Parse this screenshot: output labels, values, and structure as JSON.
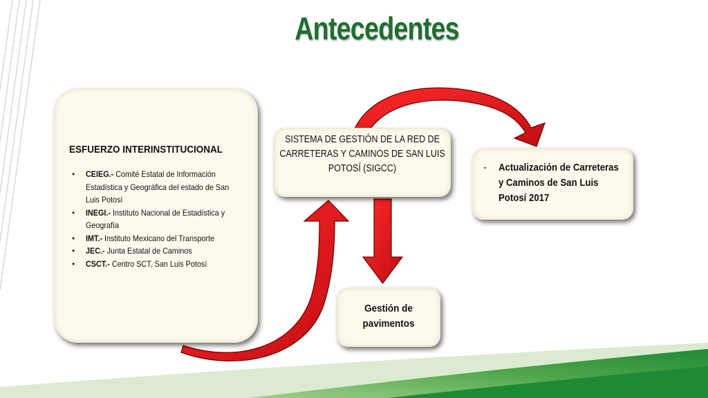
{
  "title": "Antecedentes",
  "left_box": {
    "heading": "ESFUERZO  INTERINSTITUCIONAL",
    "items": [
      {
        "abbr": "CEIEG.-",
        "text": " Comité Estatal de Información Estadística y Geográfica del estado de San Luis Potosí"
      },
      {
        "abbr": "INEGI.-",
        "text": " Instituto Nacional de Estadística y Geografía"
      },
      {
        "abbr": "IMT.-",
        "text": " Instituto Mexicano del Transporte"
      },
      {
        "abbr": "JEC.-",
        "text": " Junta Estatal de Caminos"
      },
      {
        "abbr": "CSCT.-",
        "text": " Centro SCT, San Luis Potosí"
      }
    ]
  },
  "center_box": {
    "text": "SISTEMA DE GESTIÓN DE LA RED DE CARRETERAS Y CAMINOS DE SAN LUIS POTOSÍ (SIGCC)"
  },
  "right_box": {
    "dash": "-",
    "text": "Actualización de Carreteras y Caminos de San Luis Potosí 2017"
  },
  "bottom_box": {
    "text": "Gestión de pavimentos"
  },
  "colors": {
    "title": "#1f6e2f",
    "arrow_red": "#e0141a",
    "box_fill": "#fcfaed",
    "green_band": "#2e8b3a"
  }
}
